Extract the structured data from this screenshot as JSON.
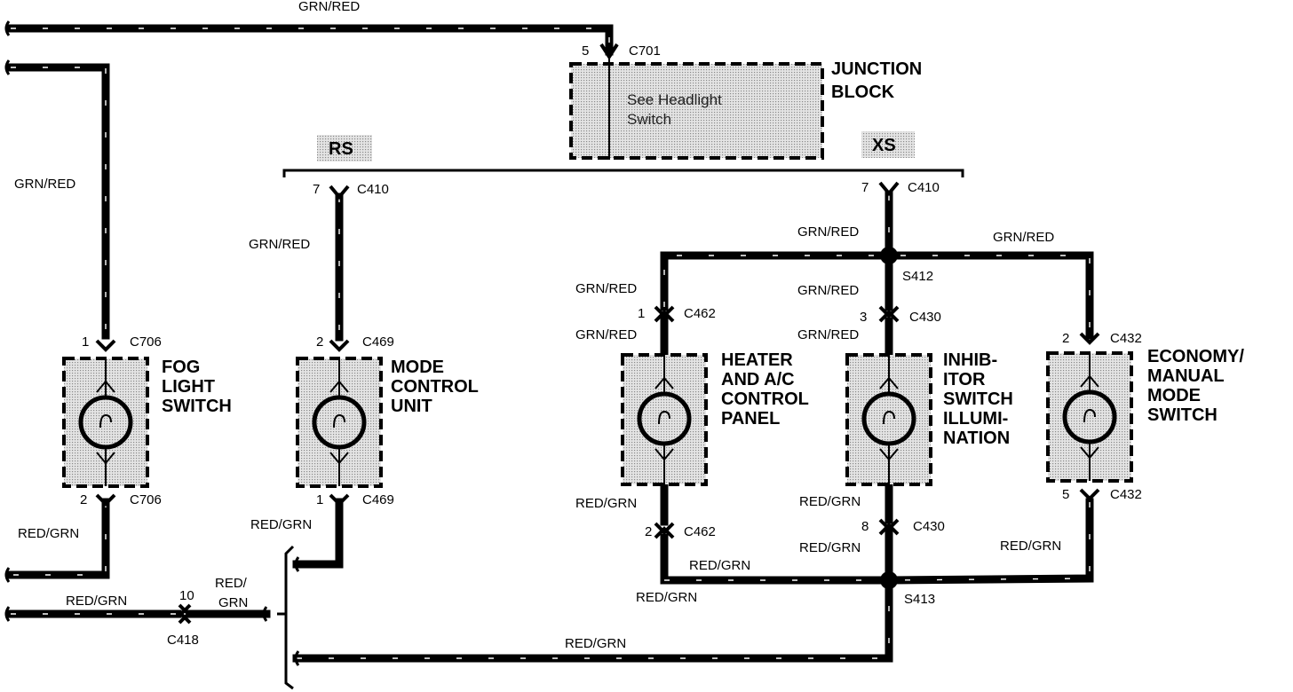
{
  "wire_colors": {
    "feed": "GRN/RED",
    "ground": "RED/GRN",
    "ground_split": [
      "RED/",
      "GRN"
    ]
  },
  "junction_block": {
    "title_lines": [
      "JUNCTION",
      "BLOCK"
    ],
    "note_lines": [
      "See Headlight",
      "Switch"
    ],
    "connector": "C701",
    "pin": "5"
  },
  "options": {
    "left": "RS",
    "right": "XS"
  },
  "connectors": {
    "c410": "C410",
    "c706": "C706",
    "c469": "C469",
    "c462": "C462",
    "c430": "C430",
    "c432": "C432",
    "c418": "C418"
  },
  "pins": {
    "c410_left": "7",
    "c410_right": "7",
    "fog_top": "1",
    "fog_bottom": "2",
    "mode_top": "2",
    "mode_bottom": "1",
    "heater_top": "1",
    "heater_bottom": "2",
    "inhib_top": "3",
    "inhib_bottom": "8",
    "econ_top": "2",
    "econ_bottom": "5",
    "c418": "10"
  },
  "splices": {
    "top": "S412",
    "bottom": "S413"
  },
  "components": [
    {
      "id": "fog",
      "lines": [
        "FOG",
        "LIGHT",
        "SWITCH"
      ]
    },
    {
      "id": "mode",
      "lines": [
        "MODE",
        "CONTROL",
        "UNIT"
      ]
    },
    {
      "id": "heater",
      "lines": [
        "HEATER",
        "AND A/C",
        "CONTROL",
        "PANEL"
      ]
    },
    {
      "id": "inhib",
      "lines": [
        "INHIB-",
        "ITOR",
        "SWITCH",
        "ILLUMI-",
        "NATION"
      ]
    },
    {
      "id": "econ",
      "lines": [
        "ECONOMY/",
        "MANUAL",
        "MODE",
        "SWITCH"
      ]
    }
  ]
}
